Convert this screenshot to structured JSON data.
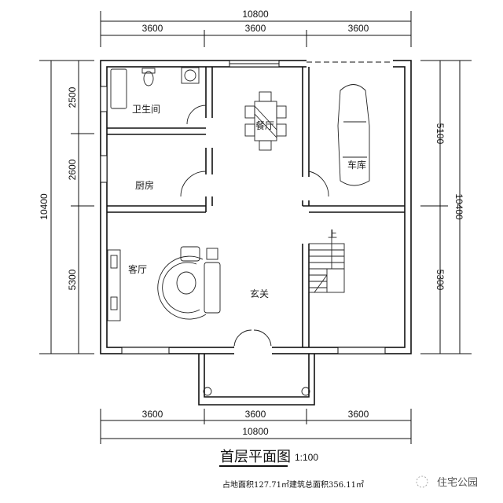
{
  "dimensions": {
    "top_total": "10800",
    "top_segments": [
      "3600",
      "3600",
      "3600"
    ],
    "bottom_total": "10800",
    "bottom_segments": [
      "3600",
      "3600",
      "3600"
    ],
    "left_total": "10400",
    "left_segments": [
      "2500",
      "2600",
      "5300"
    ],
    "right_total": "10400",
    "right_segments": [
      "5100",
      "5300"
    ]
  },
  "rooms": {
    "bathroom": "卫生间",
    "kitchen": "厨房",
    "dining": "餐厅",
    "garage": "车库",
    "living": "客厅",
    "foyer": "玄关",
    "stair_up": "上"
  },
  "title": "首层平面图",
  "scale": "1:100",
  "area_note": "占地面积127.71㎡建筑总面积356.11㎡",
  "watermark": "住宅公园"
}
